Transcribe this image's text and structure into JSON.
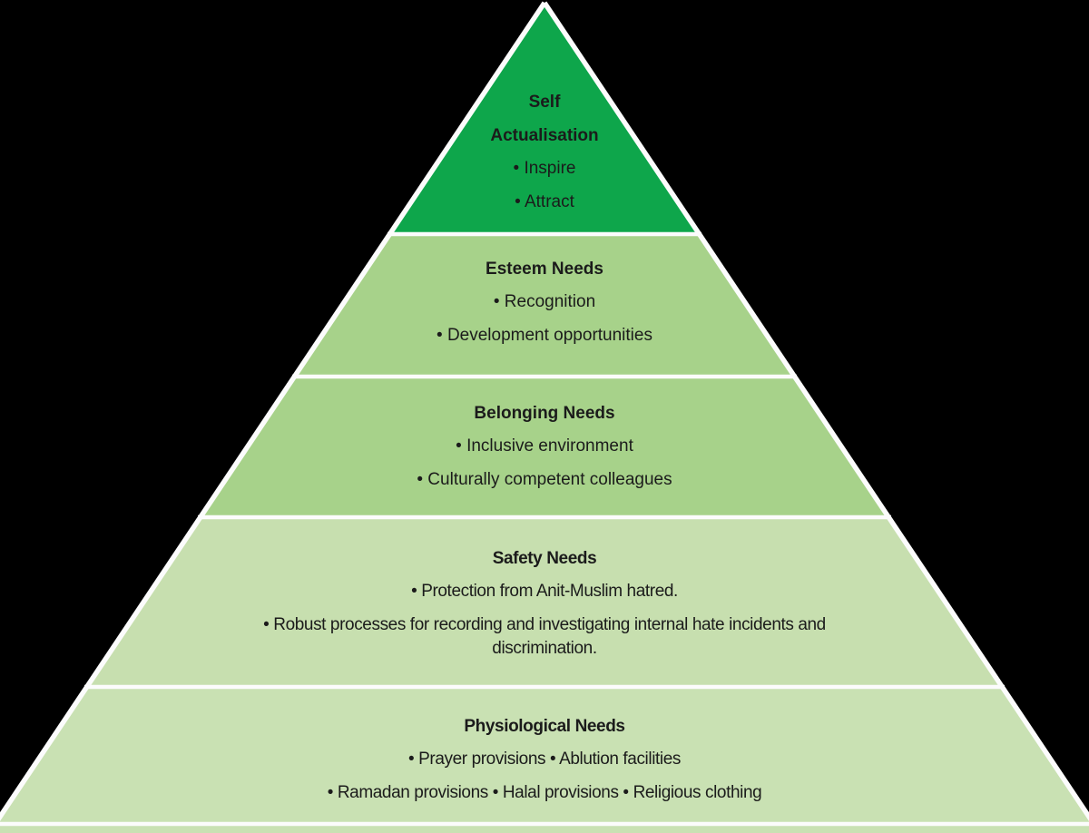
{
  "diagram": {
    "type": "pyramid-hierarchy",
    "background_color": "#000000",
    "border_color": "#fcfcfc",
    "text_color": "#1b1b1b"
  },
  "tiers": [
    {
      "id": "self-actualisation",
      "color": "#0ea64b",
      "title": "Self Actualisation",
      "lines": [
        "• Inspire",
        "• Attract"
      ]
    },
    {
      "id": "esteem",
      "color": "#a7d28a",
      "title": "Esteem Needs",
      "lines": [
        "• Recognition",
        "• Development opportunities"
      ]
    },
    {
      "id": "belonging",
      "color": "#a7d28a",
      "title": "Belonging Needs",
      "lines": [
        "• Inclusive environment",
        "• Culturally competent colleagues"
      ]
    },
    {
      "id": "safety",
      "color": "#c7dfaf",
      "title": "Safety Needs",
      "lines": [
        "• Protection from Anit-Muslim hatred.",
        "• Robust processes for recording and investigating internal hate incidents and discrimination."
      ]
    },
    {
      "id": "physiological",
      "color": "#c9e1b3",
      "title": "Physiological Needs",
      "lines": [
        "• Prayer provisions • Ablution facilities",
        "• Ramadan provisions • Halal provisions • Religious clothing"
      ]
    }
  ]
}
